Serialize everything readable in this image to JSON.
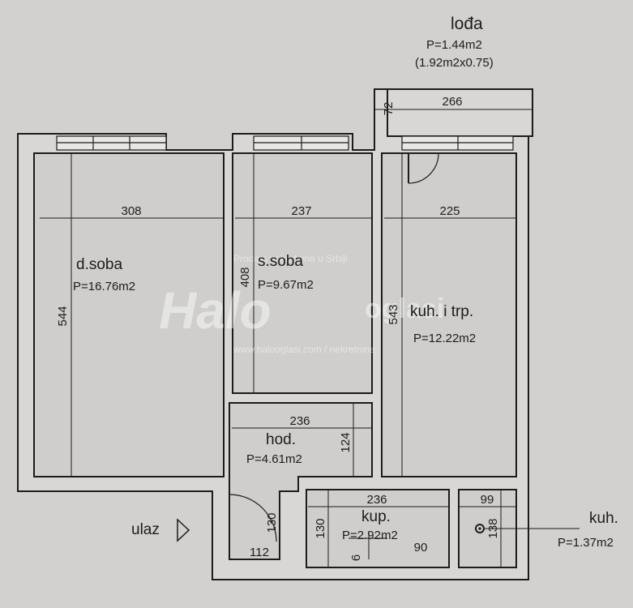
{
  "loggia": {
    "name": "lođa",
    "area": "P=1.44m2",
    "calc": "(1.92m2x0.75)"
  },
  "rooms": [
    {
      "id": "dsoba",
      "name": "d.soba",
      "area": "P=16.76m2"
    },
    {
      "id": "ssoba",
      "name": "s.soba",
      "area": "P=9.67m2"
    },
    {
      "id": "kuhtrp",
      "name": "kuh. i trp.",
      "area": "P=12.22m2"
    },
    {
      "id": "hod",
      "name": "hod.",
      "area": "P=4.61m2"
    },
    {
      "id": "kup",
      "name": "kup.",
      "area": "P=2.92m2"
    },
    {
      "id": "kuh",
      "name": "kuh.",
      "area": "P=1.37m2"
    }
  ],
  "dimensions": {
    "loggia_width": "266",
    "loggia_depth": "72",
    "dsoba_width": "308",
    "dsoba_length": "544",
    "ssoba_width": "237",
    "ssoba_length": "408",
    "kuhtrp_width": "225",
    "kuhtrp_length": "543",
    "hod_width": "236",
    "hod_length": "124",
    "entry_width": "112",
    "entry_depth": "130",
    "kup_width": "236",
    "kup_depth": "130",
    "kup_step": "90",
    "kup_sill": "6",
    "kuh_width": "99",
    "kuh_depth": "138"
  },
  "entrance_label": "ulaz",
  "watermark": {
    "logo": "Halo",
    "logo_suffix": "oglasi",
    "tagline": "Prodaja nekretnina u Srbiji",
    "url": "www.halooglasi.com / nekretnine"
  },
  "colors": {
    "paper": "#d2d1cf",
    "ink": "#1c1c1c",
    "wall_fill": "#d8d7d5"
  }
}
